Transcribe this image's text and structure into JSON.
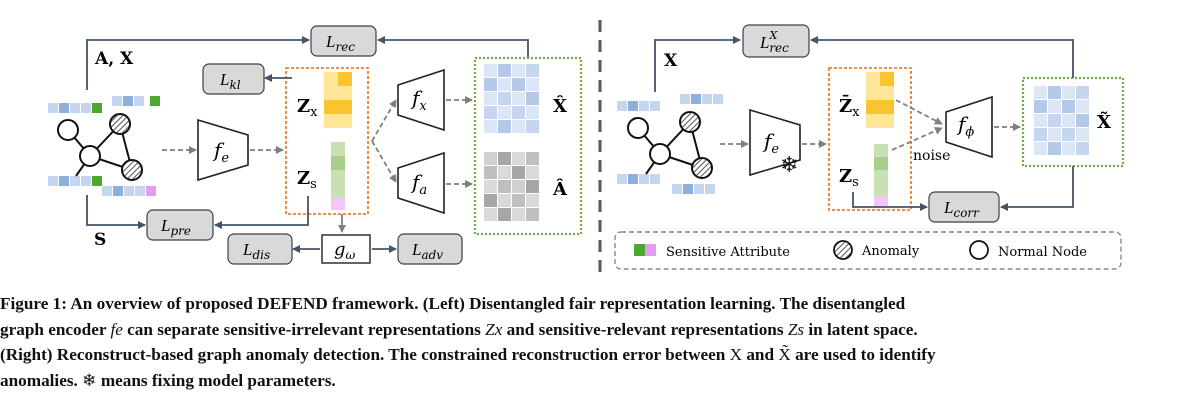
{
  "left": {
    "input_label": "A, X",
    "s_label": "S",
    "encoder": "f",
    "encoder_sub": "e",
    "zx_label": "Z",
    "zx_sub": "x",
    "zs_label": "Z",
    "zs_sub": "s",
    "fx": "f",
    "fx_sub": "x",
    "fa": "f",
    "fa_sub": "a",
    "g": "g",
    "g_sub": "ω",
    "x_hat": "X̂",
    "a_hat": "Â",
    "losses": {
      "rec": {
        "main": "L",
        "sub": "rec"
      },
      "kl": {
        "main": "L",
        "sub": "kl"
      },
      "pre": {
        "main": "L",
        "sub": "pre"
      },
      "dis": {
        "main": "L",
        "sub": "dis"
      },
      "adv": {
        "main": "L",
        "sub": "adv"
      }
    }
  },
  "right": {
    "input_label": "X",
    "encoder": "f",
    "encoder_sub": "e",
    "zx_label": "Z̄",
    "zx_sub": "x",
    "zs_label": "Z",
    "zs_sub": "s",
    "decoder": "f",
    "decoder_sub": "ϕ",
    "noise": "noise",
    "x_tilde": "X̃",
    "losses": {
      "rec": {
        "main": "L",
        "sup": "X",
        "sub": "rec"
      },
      "corr": {
        "main": "L",
        "sub": "corr"
      }
    }
  },
  "legend": {
    "sensitive": "Sensitive Attribute",
    "anomaly": "Anomaly",
    "normal": "Normal Node"
  },
  "colors": {
    "loss_fill": "#d9d9d9",
    "loss_stroke": "#404040",
    "arrow": "#44546a",
    "orange": "#ed7d31",
    "green": "#70ad47",
    "blue_light": "#c5d6ee",
    "blue_dark": "#8fb0dc",
    "yellow_light": "#ffe699",
    "yellow_dark": "#f8c530",
    "green_light": "#c9e0b4",
    "green_dark": "#a8cf8a",
    "pink": "#e39cf0",
    "sensitive_green": "#4ea72e"
  },
  "caption": {
    "line1": "Figure 1: An overview of proposed DEFEND framework. (Left) Disentangled fair representation learning. The disentangled",
    "line2_a": "graph encoder ",
    "line2_fe": "fe",
    "line2_b": " can separate sensitive-irrelevant representations ",
    "line2_zx": "Zx",
    "line2_c": " and sensitive-relevant representations ",
    "line2_zs": "Zs",
    "line2_d": " in latent space.",
    "line3_a": "(Right) Reconstruct-based graph anomaly detection. The constrained reconstruction error between ",
    "line3_x": "X",
    "line3_b": " and ",
    "line3_xt": "X̃",
    "line3_c": " are used to identify",
    "line4_a": "anomalies. ",
    "line4_icon": "❄",
    "line4_b": " means fixing model parameters."
  }
}
